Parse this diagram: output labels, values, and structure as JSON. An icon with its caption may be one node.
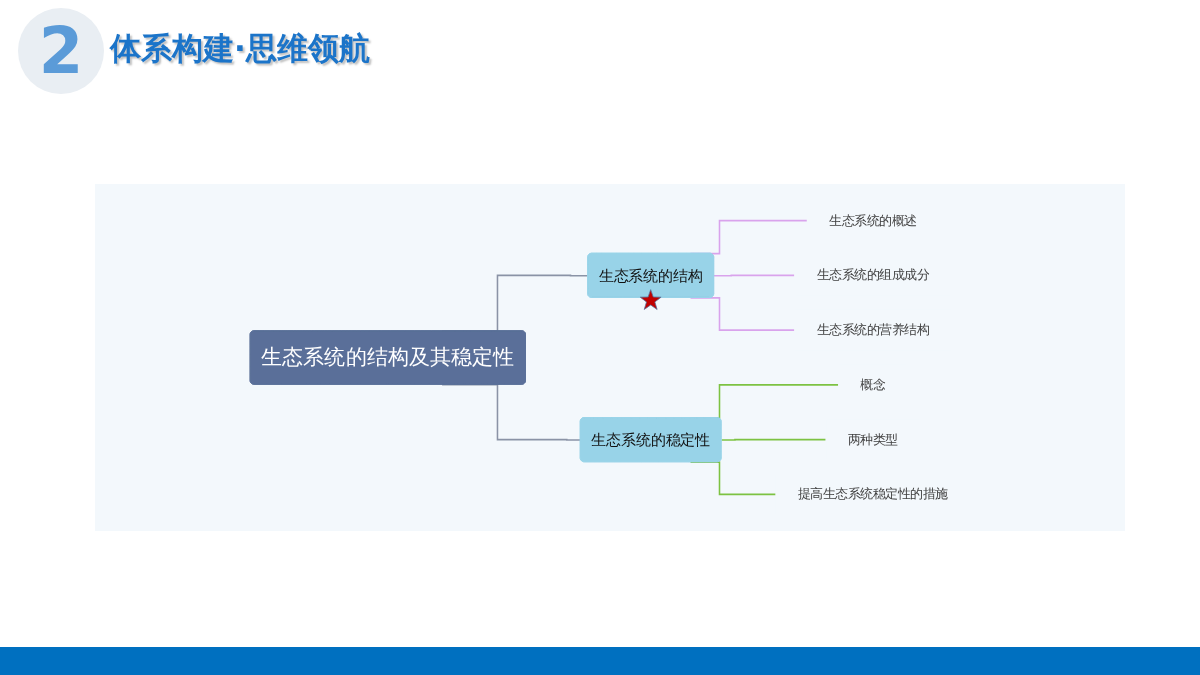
{
  "diagram": {
    "title": "体系构建·思维领航",
    "nodes": [
      {
        "text": [
          "生态系统的结构及其稳定性"
        ]
      },
      {
        "text": [
          "生态系统的结构"
        ]
      },
      {
        "text": [
          "生态系统的稳定性"
        ]
      },
      {
        "text": [
          "生态系统的概述"
        ]
      },
      {
        "text": [
          "生态系统的组成成分"
        ]
      },
      {
        "text": [
          "生态系统的营养结构"
        ]
      },
      {
        "text": [
          "概念"
        ]
      },
      {
        "text": [
          "两种类型"
        ]
      },
      {
        "text": [
          "提高生态系统稳定性的措施"
        ]
      }
    ],
    "edges": [
      {
        "from": 0,
        "to": 1,
        "arrow": "none",
        "color": "#8a93a6"
      },
      {
        "from": 0,
        "to": 2,
        "arrow": "none",
        "color": "#8a93a6"
      },
      {
        "from": 1,
        "to": 3,
        "arrow": "none",
        "color": "#d9a3ec"
      },
      {
        "from": 1,
        "to": 4,
        "arrow": "none",
        "color": "#d9a3ec"
      },
      {
        "from": 1,
        "to": 5,
        "arrow": "none",
        "color": "#d9a3ec"
      },
      {
        "from": 2,
        "to": 6,
        "arrow": "none",
        "color": "#7dc242"
      },
      {
        "from": 2,
        "to": 7,
        "arrow": "none",
        "color": "#7dc242"
      },
      {
        "from": 2,
        "to": 8,
        "arrow": "none",
        "color": "#7dc242"
      }
    ],
    "labels": [
      "2"
    ]
  }
}
